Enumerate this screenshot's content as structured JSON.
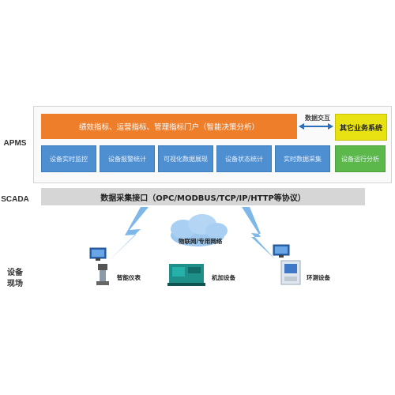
{
  "sections": {
    "apms": "APMS",
    "scada": "SCADA",
    "field_line1": "设备",
    "field_line2": "现场"
  },
  "apms": {
    "banner": "绩效指标、运营指标、管理指标门户（智能决策分析）",
    "exchange": "数据交互",
    "other_systems": "其它业务系统",
    "modules": [
      "设备实时监控",
      "设备报警统计",
      "可视化数据展现",
      "设备状态统计",
      "实时数据采集",
      "设备运行分析"
    ]
  },
  "scada": {
    "interface": "数据采集接口（OPC/MODBUS/TCP/IP/HTTP等协议）"
  },
  "network": {
    "cloud_label": "物联网/专用网络"
  },
  "devices": {
    "smart_meter": "智能仪表",
    "processing": "机加设备",
    "environment": "环测设备"
  },
  "colors": {
    "orange": "#ef7e2a",
    "yellow": "#e8e212",
    "blue": "#4e8fd1",
    "green": "#5cb84a",
    "lightning": "#6fb0e6"
  }
}
